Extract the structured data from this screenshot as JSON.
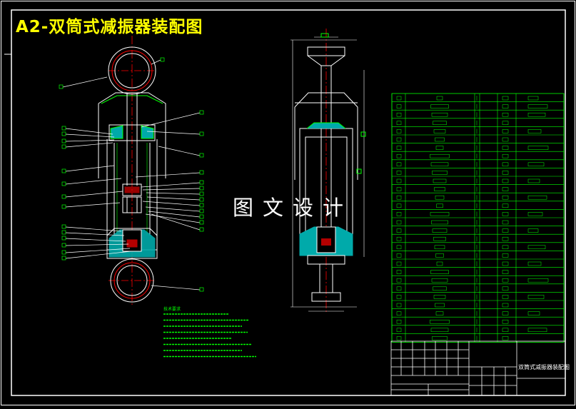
{
  "drawing": {
    "title": "A2-双筒式减振器装配图",
    "watermark": "图文设计",
    "title_block_name": "双筒式减振器装配图",
    "requirements_heading": "技术要求",
    "colors": {
      "background": "#000000",
      "border": "#ffffff",
      "outline": "#ffffff",
      "centerline": "#ff0000",
      "leader": "#ffffff",
      "hatch": "#00aaaa",
      "bom_grid": "#00ff00",
      "title_text": "#ffff00",
      "balloon": "#00ff00"
    }
  }
}
